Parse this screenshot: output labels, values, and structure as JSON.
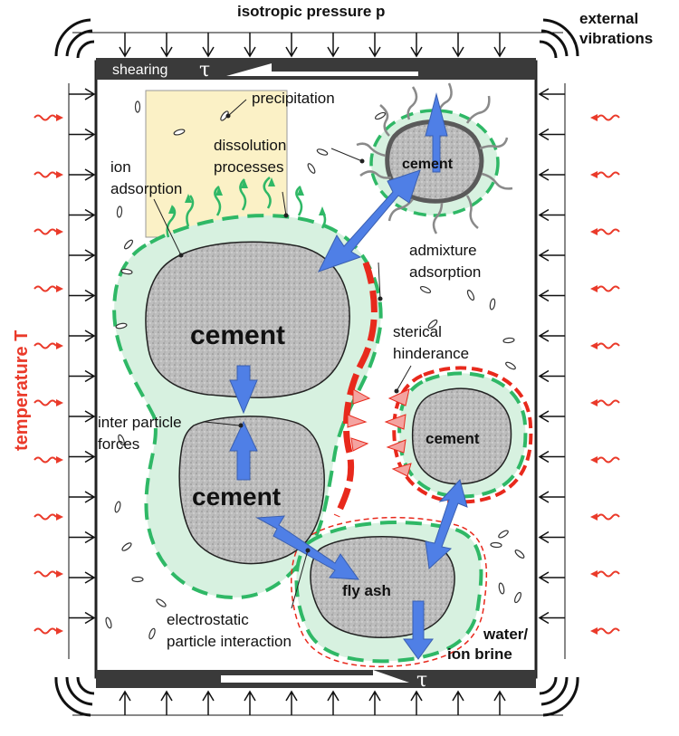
{
  "labels": {
    "top_pressure": "isotropic pressure p",
    "external_vibrations_1": "external",
    "external_vibrations_2": "vibrations",
    "shearing": "shearing",
    "tau_top": "τ",
    "tau_bottom": "τ",
    "temperature": "temperature T",
    "precipitation": "precipitation",
    "dissolution_1": "dissolution",
    "dissolution_2": "processes",
    "ion_adsorption_1": "ion",
    "ion_adsorption_2": "adsorption",
    "admixture_1": "admixture",
    "admixture_2": "adsorption",
    "sterical_1": "sterical",
    "sterical_2": "hinderance",
    "inter_particle_1": "inter particle",
    "inter_particle_2": "forces",
    "electrostatic_1": "electrostatic",
    "electrostatic_2": "particle interaction",
    "water_1": "water/",
    "water_2": "ion brine",
    "cement_large": "cement",
    "cement_lower": "cement",
    "cement_small_top": "cement",
    "cement_small_right": "cement",
    "fly_ash": "fly ash"
  },
  "colors": {
    "plate": "#3a3a3a",
    "halo_fill": "#d7f1e0",
    "halo_dash": "#2fb866",
    "particle": "#b9b9b9",
    "interaction_arrow": "#4f7fe6",
    "temperature_red": "#ea3a2a",
    "admixture_red": "#e8291c",
    "dissolution_box": "#fbf1c6"
  },
  "icons": {
    "pressure_arrows": "arrow-icon",
    "temperature_waves": "heat-wave-icon",
    "vibration_arcs": "vibration-icon"
  }
}
